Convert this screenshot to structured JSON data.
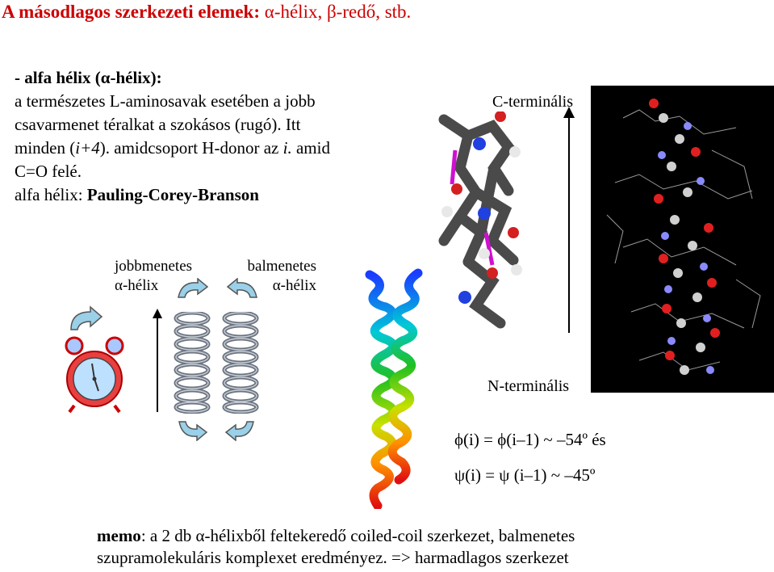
{
  "title": {
    "prefix": "A másodlagos szerkezeti elemek: ",
    "suffix": "α-hélix, β-redő, stb."
  },
  "body": {
    "heading": "- alfa hélix (α-hélix):",
    "line1": "a természetes L-aminosavak esetében a jobb",
    "line2": "csavarmenet téralkat a szokásos (rugó). Itt",
    "line3a": "minden (",
    "line3b": "i+4",
    "line3c": "). amidcsoport H-donor az ",
    "line3d": "i.",
    "line3e": " amid",
    "line4": "C=O felé.",
    "line5a": "alfa hélix: ",
    "line5b": "Pauling-Corey-Branson"
  },
  "labels": {
    "right_handed_1": "jobbmenetes",
    "right_handed_2": "α-hélix",
    "left_handed_1": "balmenetes",
    "left_handed_2": "α-hélix",
    "c_terminal": "C-terminális",
    "n_terminal": "N-terminális"
  },
  "formulas": {
    "phi": "ϕ(i) = ϕ(i–1) ~ –54º és",
    "psi": "ψ(i) = ψ (i–1) ~ –45º"
  },
  "memo": {
    "label": "memo",
    "line1_rest": ": a 2 db α-hélixből feltekeredő coiled-coil szerkezet, balmenetes",
    "line2": "szupramolekuláris komplexet eredményez. => harmadlagos szerkezet"
  }
}
